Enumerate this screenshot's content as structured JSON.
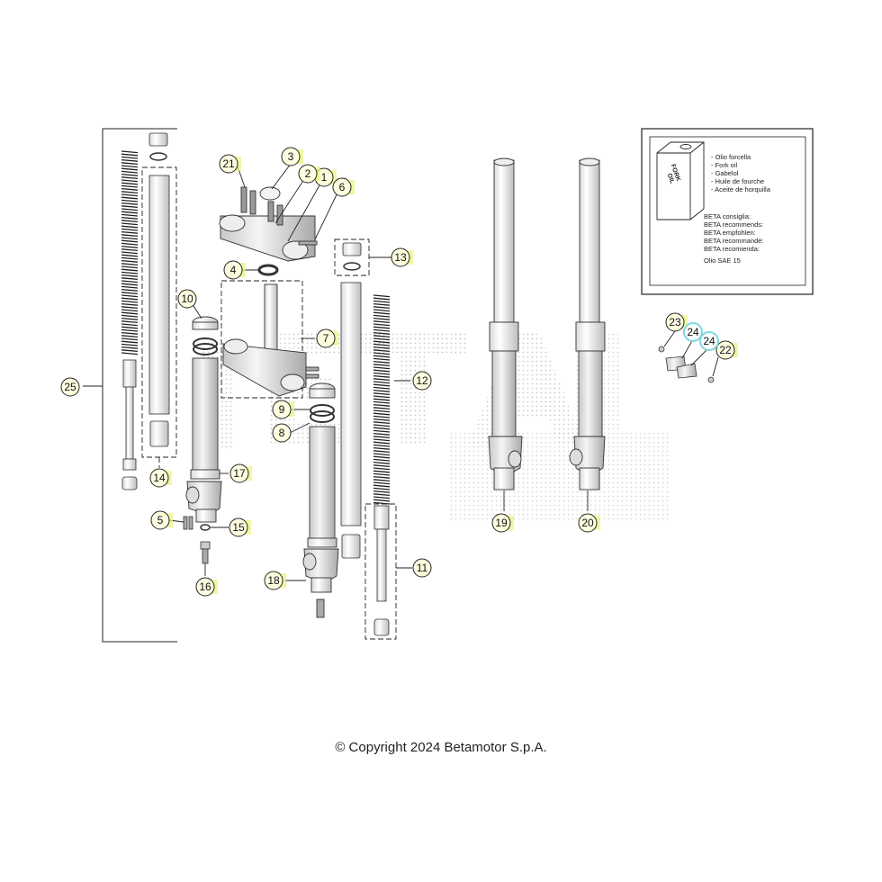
{
  "copyright": "© Copyright 2024 Betamotor S.p.A.",
  "info_box": {
    "can_label_1": "FORK",
    "can_label_2": "OIL",
    "oil_names": [
      "- Olio forcella",
      "- Fork oil",
      "- Gabelol",
      "- Huile de fourche",
      "- Aceite de horquilla"
    ],
    "recommends": [
      "BETA consiglia:",
      "BETA recommends:",
      "BETA empfohlen:",
      "BETA recommandé:",
      "BETA recomienda:"
    ],
    "oil_spec": "Olio SAE 15"
  },
  "callouts": [
    {
      "label": "1"
    },
    {
      "label": "2"
    },
    {
      "label": "3"
    },
    {
      "label": "4"
    },
    {
      "label": "5"
    },
    {
      "label": "6"
    },
    {
      "label": "7"
    },
    {
      "label": "8"
    },
    {
      "label": "9"
    },
    {
      "label": "10"
    },
    {
      "label": "11"
    },
    {
      "label": "12"
    },
    {
      "label": "13"
    },
    {
      "label": "14"
    },
    {
      "label": "15"
    },
    {
      "label": "16"
    },
    {
      "label": "17"
    },
    {
      "label": "18"
    },
    {
      "label": "19"
    },
    {
      "label": "20"
    },
    {
      "label": "21"
    },
    {
      "label": "22"
    },
    {
      "label": "23"
    },
    {
      "label": "24"
    },
    {
      "label": "24"
    },
    {
      "label": "25"
    }
  ],
  "colors": {
    "callout_fill": "#fffde0",
    "callout_stroke": "#222222",
    "callout_highlight": "#e8f57a",
    "callout_cyan": "#7fd7e0",
    "line": "#222222",
    "watermark": "#c8c8c8"
  }
}
